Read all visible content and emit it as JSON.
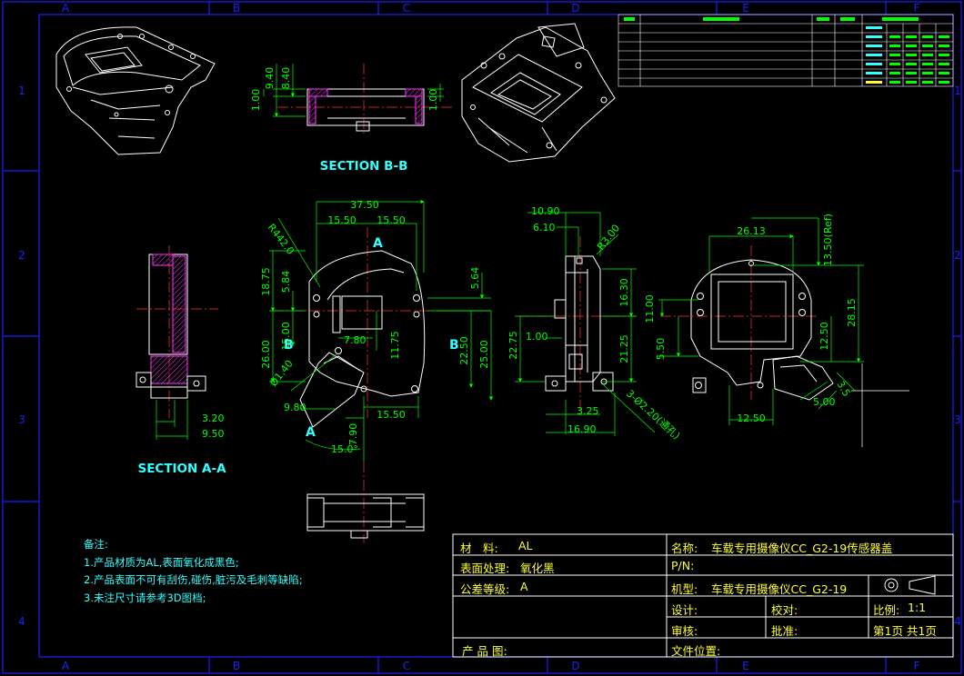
{
  "frame": {
    "columns": [
      "A",
      "B",
      "C",
      "D",
      "E",
      "F"
    ],
    "rows": [
      "1",
      "2",
      "3",
      "4"
    ]
  },
  "sections": {
    "bb": "SECTION B-B",
    "aa": "SECTION A-A"
  },
  "dims": {
    "sbb_a": "9.40",
    "sbb_b": "8.40",
    "sbb_c": "1.00",
    "sbb_d": "1.00",
    "sa_w1": "3.20",
    "sa_w2": "9.50",
    "f_w": "37.50",
    "f_l": "15.50",
    "f_r": "15.50",
    "f_rad": "R442.0",
    "f_h1": "18.75",
    "f_h2": "5.84",
    "f_h3": "15.00",
    "f_h4": "26.00",
    "f_r2": "5.64",
    "f_r3": "22.50",
    "f_r4": "25.00",
    "f_m1": "7.80",
    "f_m2": "11.75",
    "f_hole": "Ø1.40",
    "f_b1": "9.80",
    "f_b2": "7.90",
    "f_b3": "15.50",
    "f_ang": "15.0°",
    "s_t1": "10.90",
    "s_t2": "6.10",
    "s_rad": "R3.00",
    "s_h1": "16.30",
    "s_h2": "21.25",
    "s_h3": "22.75",
    "s_h4": "1.00",
    "s_b1": "3.25",
    "s_b2": "16.90",
    "s_holes": "3-Ø2.20(通孔)",
    "r_w": "26.13",
    "r_ref": "13.50(Ref)",
    "r_h1": "11.00",
    "r_h2": "5.50",
    "r_h3": "28.15",
    "r_h4": "12.50",
    "r_b1": "12.50",
    "r_b2": "5.00",
    "r_b3": "3.5"
  },
  "markers": {
    "a": "A",
    "b": "B"
  },
  "notes": {
    "title": "备注:",
    "items": [
      "1.产品材质为AL,表面氧化成黑色;",
      "2.产品表面不可有刮伤,碰伤,脏污及毛刺等缺陷;",
      "3.未注尺寸请参考3D图档;"
    ]
  },
  "title_block": {
    "material_label": "材　料:",
    "material_value": "AL",
    "surface_label": "表面处理:",
    "surface_value": "氧化黑",
    "tolerance_label": "公差等级:",
    "tolerance_value": "A",
    "product_image_label": "产 品 图:",
    "name_label": "名称:",
    "name_value": "车载专用摄像仪CC_G2-19传感器盖",
    "pn_label": "P/N:",
    "model_label": "机型:",
    "model_value": "车载专用摄像仪CC_G2-19",
    "design_label": "设计:",
    "check_label": "校对:",
    "scale_label": "比例:",
    "scale_value": "1:1",
    "review_label": "审核:",
    "approve_label": "批准:",
    "sheet_value": "第1页 共1页",
    "file_label": "文件位置:"
  },
  "colors": {
    "background": "#000000",
    "frame": "#1e1eff",
    "outline": "#ffffff",
    "dimension": "#00ff00",
    "text": "#33ffff",
    "centerline": "#ff3333",
    "title_text": "#ffff33",
    "section_face": "#ff33ff"
  }
}
